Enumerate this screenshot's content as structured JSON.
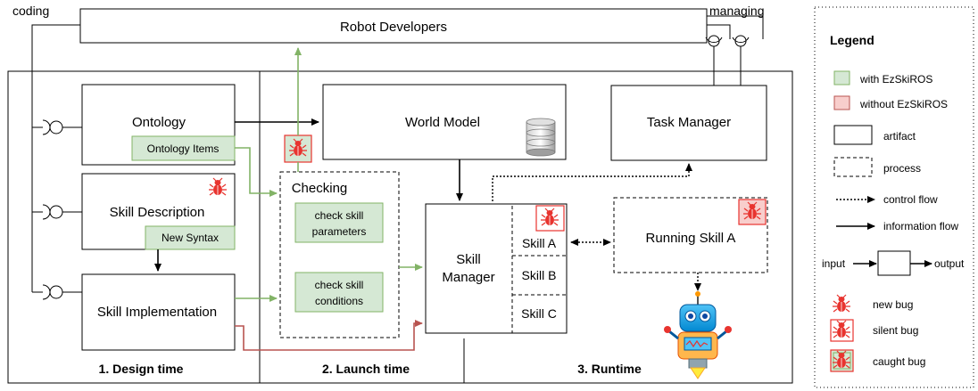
{
  "labels": {
    "coding": "coding",
    "managing": "managing",
    "robot_developers": "Robot Developers",
    "ontology": "Ontology",
    "ontology_items": "Ontology Items",
    "skill_description": "Skill Description",
    "new_syntax": "New Syntax",
    "skill_implementation": "Skill Implementation",
    "world_model": "World Model",
    "task_manager": "Task Manager",
    "checking": "Checking",
    "check_skill_parameters_1": "check skill",
    "check_skill_parameters_2": "parameters",
    "check_skill_conditions_1": "check skill",
    "check_skill_conditions_2": "conditions",
    "skill_manager_1": "Skill",
    "skill_manager_2": "Manager",
    "skill_a": "Skill A",
    "skill_b": "Skill B",
    "skill_c": "Skill C",
    "running_skill_a": "Running Skill A"
  },
  "phases": {
    "design": "1. Design time",
    "launch": "2. Launch time",
    "runtime": "3. Runtime"
  },
  "legend": {
    "title": "Legend",
    "with": "with EzSkiROS",
    "without": "without EzSkiROS",
    "artifact": "artifact",
    "process": "process",
    "control_flow": "control flow",
    "information_flow": "information flow",
    "input": "input",
    "output": "output",
    "new_bug": "new bug",
    "silent_bug": "silent bug",
    "caught_bug": "caught bug"
  },
  "colors": {
    "green_fill": "#d5e8d4",
    "green_stroke": "#82b366",
    "red_fill": "#f8cecc",
    "red_stroke": "#b85450",
    "bug": "#e8342f"
  }
}
